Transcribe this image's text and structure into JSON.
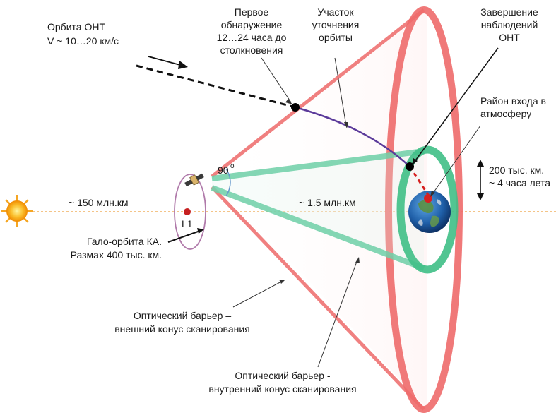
{
  "labels": {
    "orbit_title": "Орбита ОНТ",
    "orbit_speed": "V ~ 10…20 км/с",
    "first_detection_1": "Первое",
    "first_detection_2": "обнаружение",
    "first_detection_3": "12…24 часа до",
    "first_detection_4": "столкновения",
    "refine_1": "Участок",
    "refine_2": "уточнения",
    "refine_3": "орбиты",
    "end_obs_1": "Завершение",
    "end_obs_2": "наблюдений",
    "end_obs_3": "ОНТ",
    "entry_1": "Район входа в",
    "entry_2": "атмосферу",
    "distance_1": "200 тыс. км.",
    "distance_2": "~ 4 часа лета",
    "sun_distance": "~ 150 млн.км",
    "earth_distance": "~ 1.5 млн.км",
    "angle": "90",
    "angle_degree": "o",
    "l1": "L1",
    "halo_1": "Гало-орбита КА.",
    "halo_2": "Размах 400 тыс. км.",
    "outer_1": "Оптический барьер –",
    "outer_2": "внешний конус сканирования",
    "inner_1": "Оптический барьер -",
    "inner_2": "внутренний конус сканирования"
  },
  "colors": {
    "outer_cone": "#f08080",
    "outer_ring": "#ee6a6a",
    "inner_cone": "#5cc79a",
    "inner_ring": "#3fbf86",
    "trajectory": "#5b3a9a",
    "sun": "#f5a623",
    "halo": "#b07aaa",
    "marker": "#d62020"
  }
}
